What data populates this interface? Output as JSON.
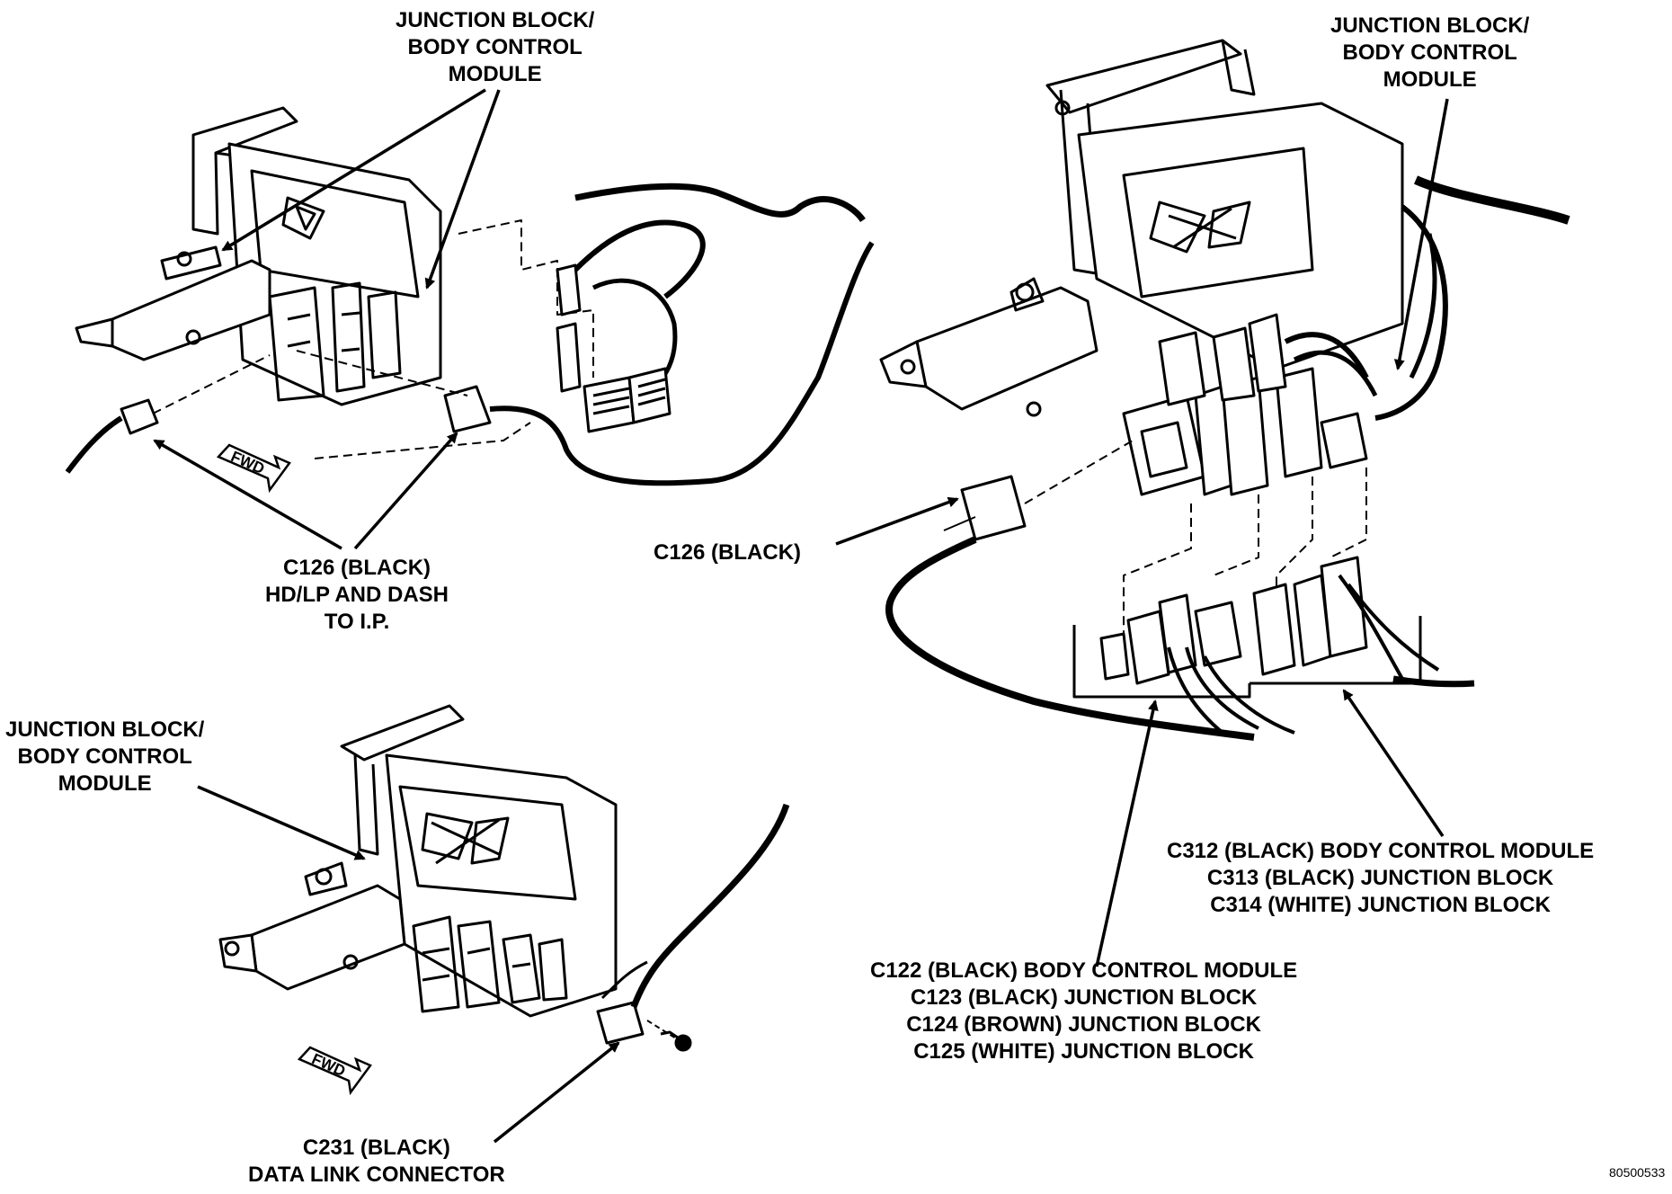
{
  "labels": {
    "jb_top_left": [
      "JUNCTION BLOCK/",
      "BODY CONTROL",
      "MODULE"
    ],
    "jb_top_right": [
      "JUNCTION BLOCK/",
      "BODY CONTROL",
      "MODULE"
    ],
    "jb_bottom_left": [
      "JUNCTION BLOCK/",
      "BODY CONTROL",
      "MODULE"
    ],
    "c126_left": [
      "C126 (BLACK)",
      "HD/LP AND DASH",
      "TO I.P."
    ],
    "c126_right": "C126 (BLACK)",
    "c312_group": [
      "C312 (BLACK) BODY CONTROL MODULE",
      "C313 (BLACK) JUNCTION BLOCK",
      "C314 (WHITE) JUNCTION BLOCK"
    ],
    "c122_group": [
      "C122 (BLACK) BODY CONTROL MODULE",
      "C123 (BLACK) JUNCTION BLOCK",
      "C124 (BROWN) JUNCTION BLOCK",
      "C125 (WHITE) JUNCTION BLOCK"
    ],
    "c231": [
      "C231 (BLACK)",
      "DATA LINK CONNECTOR"
    ],
    "fwd": "FWD",
    "figure_ref": "80500533"
  }
}
